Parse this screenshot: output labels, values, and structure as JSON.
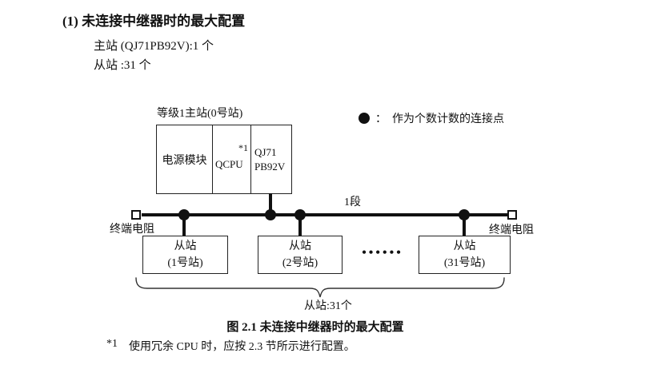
{
  "page": {
    "heading": "(1) 未连接中继器时的最大配置",
    "master_count": "主站 (QJ71PB92V):1 个",
    "slave_count": "从站 :31 个",
    "caption": "图 2.1 未连接中继器时的最大配置",
    "footnote": {
      "marker": "*1",
      "text": "使用冗余 CPU 时，应按 2.3 节所示进行配置。"
    }
  },
  "diagram": {
    "legend": {
      "separator": "：",
      "text": "作为个数计数的连接点"
    },
    "master_station": {
      "label": "等级1主站(0号站)",
      "power_module": "电源模块",
      "cpu_module": "QCPU",
      "cpu_note": "*1",
      "pb_module_line1": "QJ71",
      "pb_module_line2": "PB92V"
    },
    "bus": {
      "segment_label": "1段",
      "terminator_left_label": "终端电阻",
      "terminator_right_label": "终端电阻"
    },
    "slaves": [
      {
        "name": "从站",
        "station": "(1号站)"
      },
      {
        "name": "从站",
        "station": "(2号站)"
      },
      {
        "name": "从站",
        "station": "(31号站)"
      }
    ],
    "ellipsis": "••••••",
    "group_label": "从站:31个",
    "colors": {
      "line": "#111111",
      "border": "#222222",
      "background": "#ffffff"
    }
  }
}
